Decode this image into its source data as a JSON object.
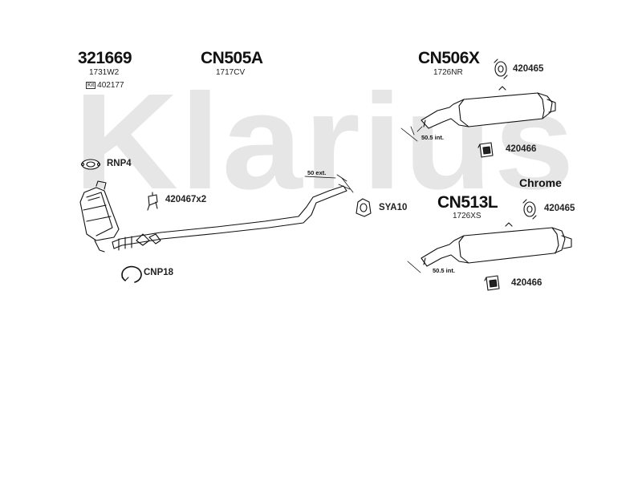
{
  "watermark": "Klarius",
  "parts": {
    "cat": {
      "code": "321669",
      "sub": "1731W2",
      "kat_box": "Kit",
      "kat_code": "402177"
    },
    "front_pipe": {
      "code": "CN505A",
      "sub": "1717CV"
    },
    "rear_box_a": {
      "code": "CN506X",
      "sub": "1726NR",
      "tail_label": "50.5 int."
    },
    "rear_box_b": {
      "code": "CN513L",
      "sub": "1726XS",
      "tail_label": "50.5 int."
    },
    "pipe_end_label": "50 ext.",
    "variant_label": "Chrome"
  },
  "fittings": {
    "rnp4": "RNP4",
    "clamp_x2": "420467x2",
    "cnp18": "CNP18",
    "sya10": "SYA10",
    "rubber_a": "420465",
    "bracket_a": "420466",
    "rubber_b": "420465",
    "bracket_b": "420466"
  }
}
